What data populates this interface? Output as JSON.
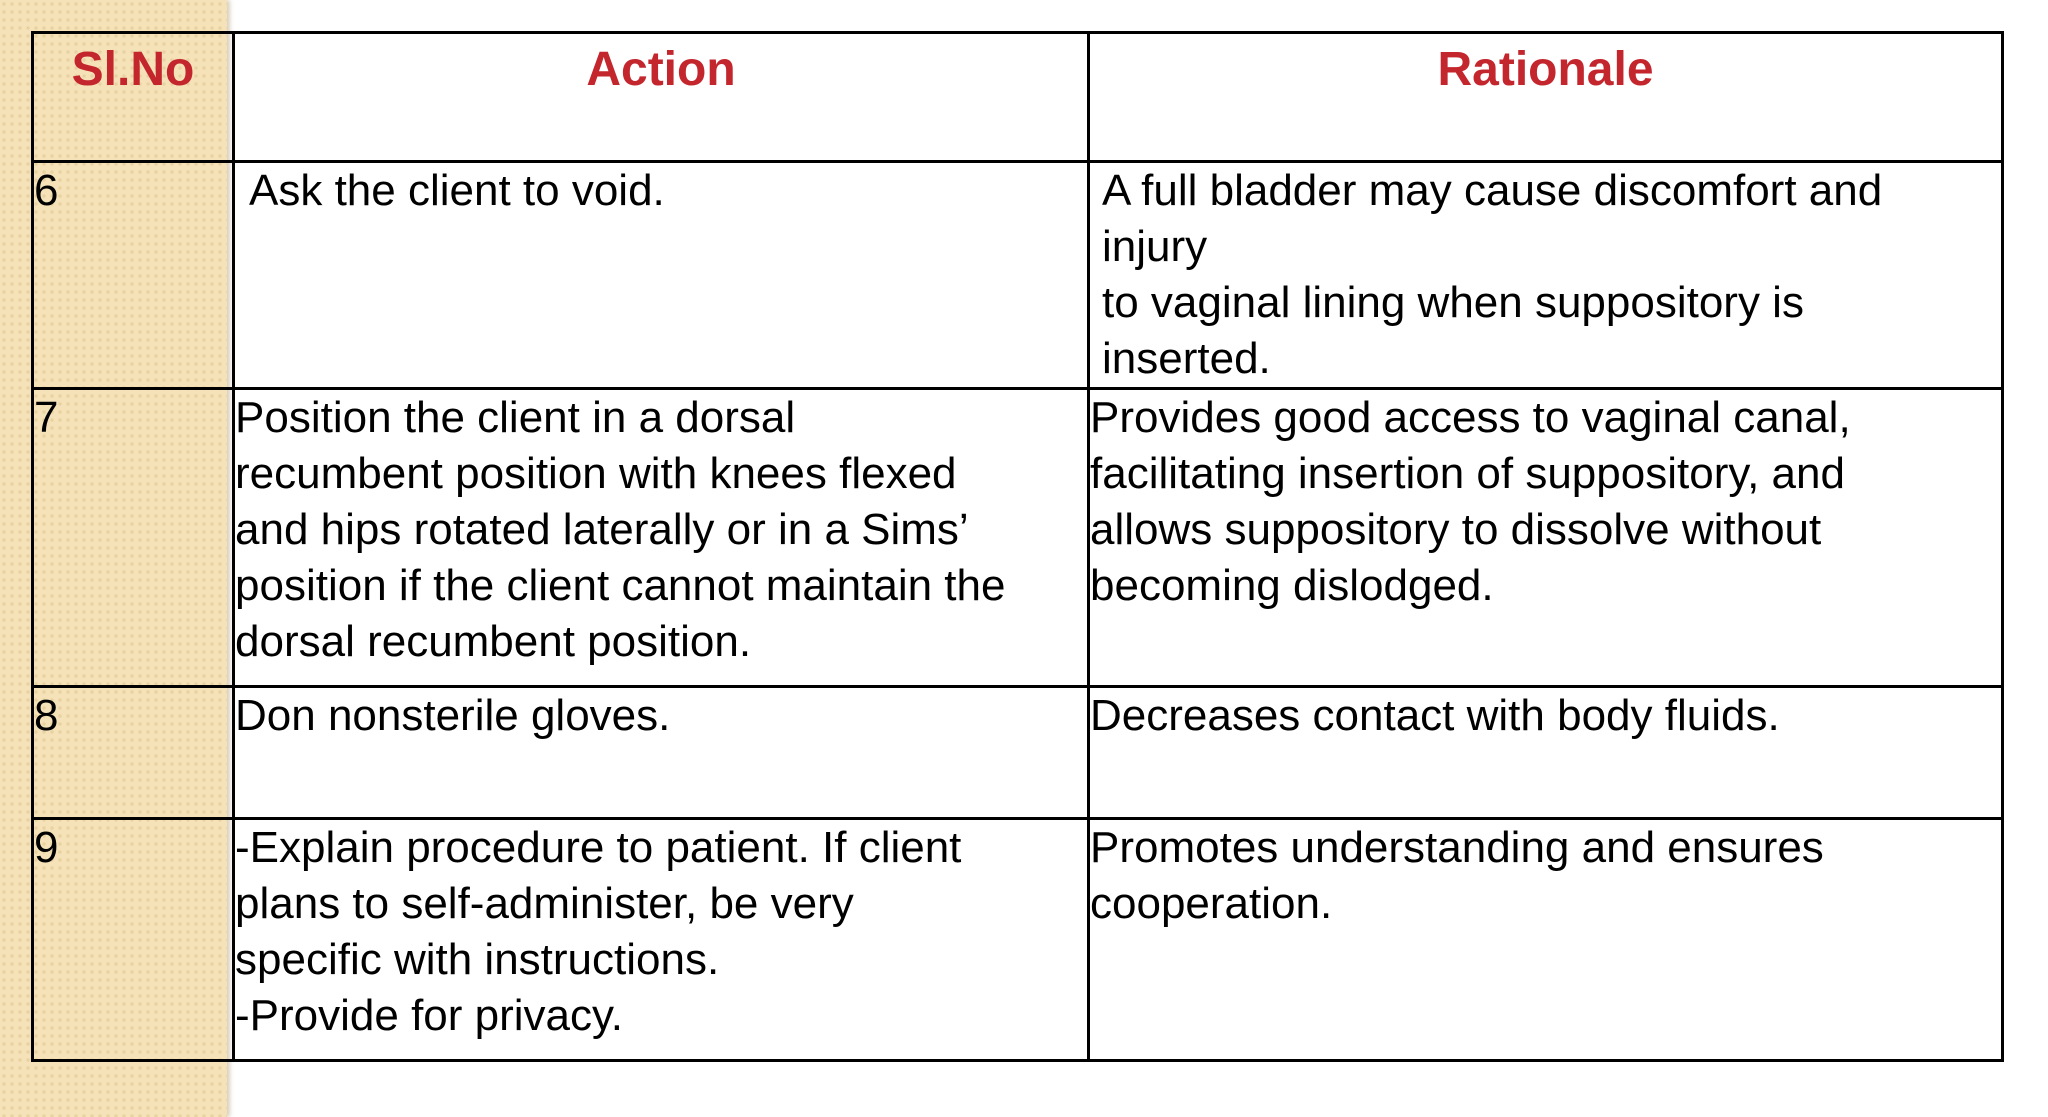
{
  "table": {
    "headers": {
      "sl_no": "Sl.No",
      "action": "Action",
      "rationale": "Rationale"
    },
    "rows": [
      {
        "no": "6",
        "action": [
          "Ask the client to void."
        ],
        "rationale": [
          "A full bladder may cause discomfort and",
          "injury",
          "to vaginal lining when suppository is",
          "inserted."
        ]
      },
      {
        "no": "7",
        "action": [
          "Position the client in a dorsal",
          "recumbent position with knees flexed",
          "and hips rotated laterally or in a Sims’",
          "position if the client cannot maintain the",
          "dorsal recumbent position."
        ],
        "rationale": [
          "Provides good access to vaginal canal,",
          "facilitating insertion of suppository, and",
          "allows suppository to dissolve without",
          "becoming dislodged."
        ]
      },
      {
        "no": "8",
        "action": [
          "Don nonsterile gloves."
        ],
        "rationale": [
          "Decreases contact with body fluids."
        ]
      },
      {
        "no": "9",
        "action": [
          "-Explain procedure to patient. If client",
          "plans to self-administer, be very",
          "specific with instructions.",
          "-Provide for privacy."
        ],
        "rationale": [
          "Promotes understanding and ensures",
          "cooperation."
        ]
      }
    ]
  },
  "colors": {
    "header_text": "#c4262e",
    "band": "#f5e2b8",
    "border": "#000000"
  }
}
